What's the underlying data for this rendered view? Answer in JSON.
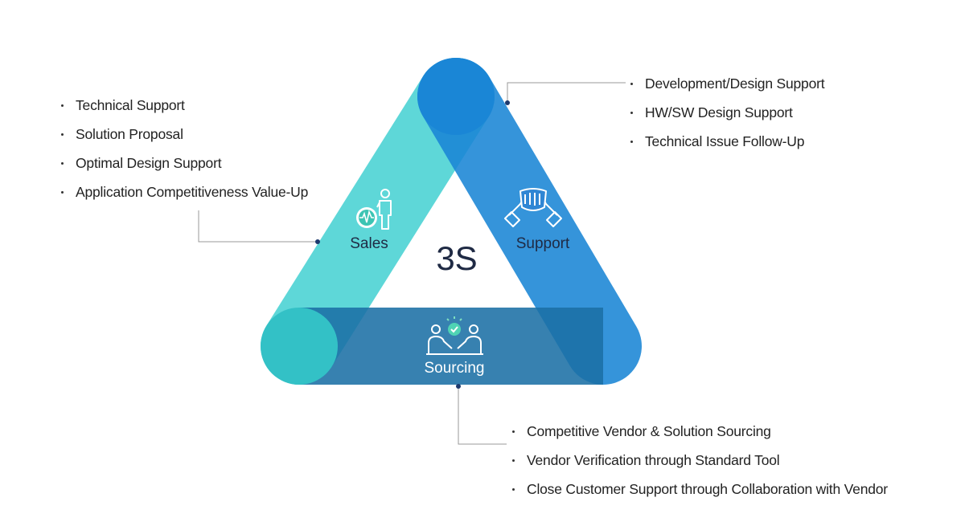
{
  "center_label": "3S",
  "segments": {
    "sales": {
      "label": "Sales",
      "icon": "person-with-chart-icon",
      "color": "#5ed3d6",
      "items": [
        "Technical Support",
        "Solution Proposal",
        "Optimal Design Support",
        "Application Competitiveness Value-Up"
      ]
    },
    "support": {
      "label": "Support",
      "icon": "handshake-hands-icon",
      "color": "#3a93dd",
      "items": [
        "Development/Design Support",
        "HW/SW Design Support",
        "Technical Issue Follow-Up"
      ]
    },
    "sourcing": {
      "label": "Sourcing",
      "icon": "meeting-people-check-icon",
      "color": "#2f82b3",
      "items": [
        "Competitive Vendor & Solution Sourcing",
        "Vendor Verification through Standard Tool",
        "Close Customer Support through Collaboration with Vendor"
      ]
    }
  }
}
